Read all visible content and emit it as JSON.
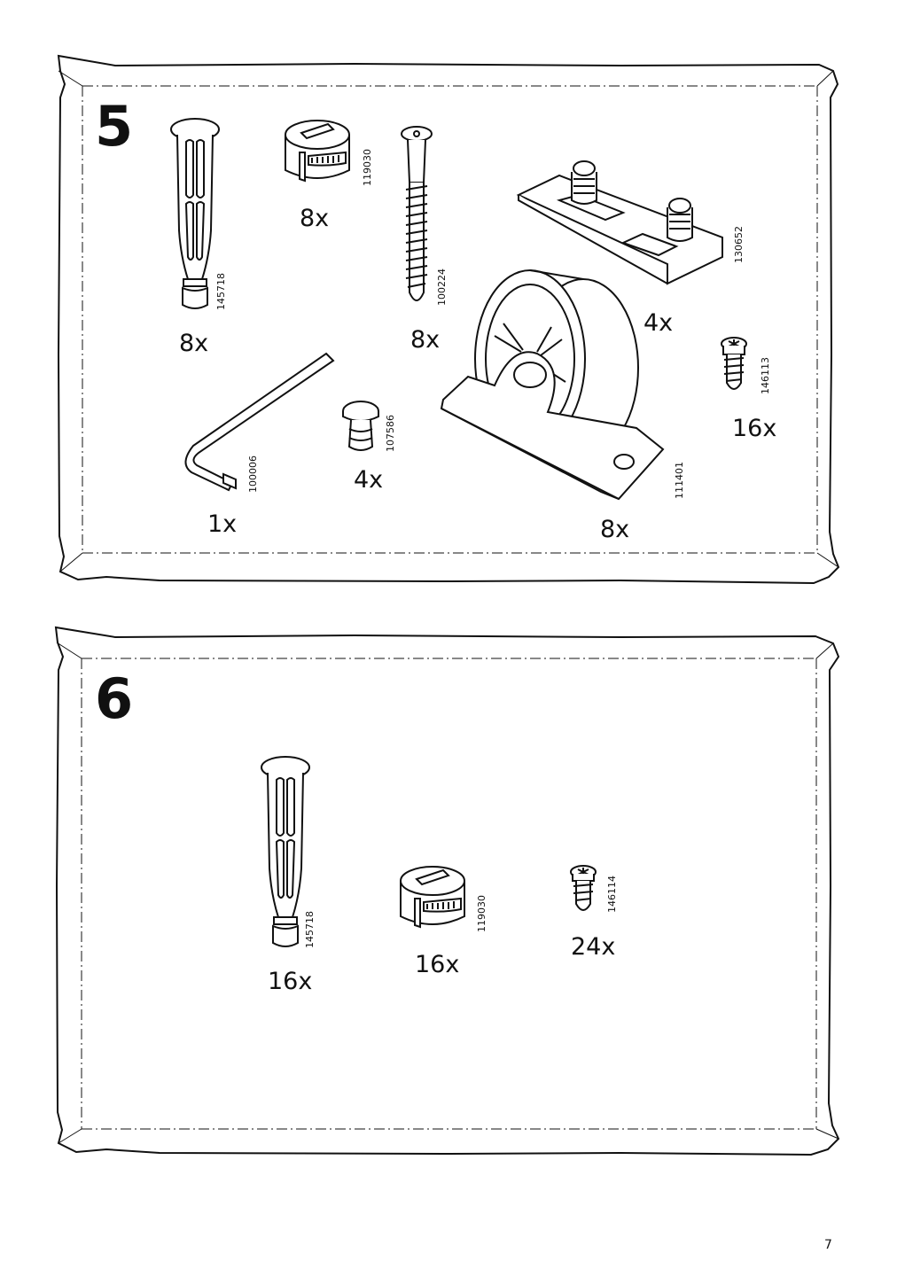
{
  "page": {
    "number": "7"
  },
  "steps": [
    {
      "number": "5",
      "parts": [
        {
          "name": "wooden-dowel",
          "code": "145718",
          "quantity": "8x"
        },
        {
          "name": "cam-lock",
          "code": "119030",
          "quantity": "8x"
        },
        {
          "name": "long-screw",
          "code": "100224",
          "quantity": "8x"
        },
        {
          "name": "guide-rail",
          "code": "130652",
          "quantity": "4x"
        },
        {
          "name": "small-screw",
          "code": "146113",
          "quantity": "16x"
        },
        {
          "name": "allen-key",
          "code": "100006",
          "quantity": "1x"
        },
        {
          "name": "plastic-plug",
          "code": "107586",
          "quantity": "4x"
        },
        {
          "name": "caster-wheel",
          "code": "111401",
          "quantity": "8x"
        }
      ]
    },
    {
      "number": "6",
      "parts": [
        {
          "name": "wooden-dowel",
          "code": "145718",
          "quantity": "16x"
        },
        {
          "name": "cam-lock",
          "code": "119030",
          "quantity": "16x"
        },
        {
          "name": "small-screw",
          "code": "146114",
          "quantity": "24x"
        }
      ]
    }
  ]
}
